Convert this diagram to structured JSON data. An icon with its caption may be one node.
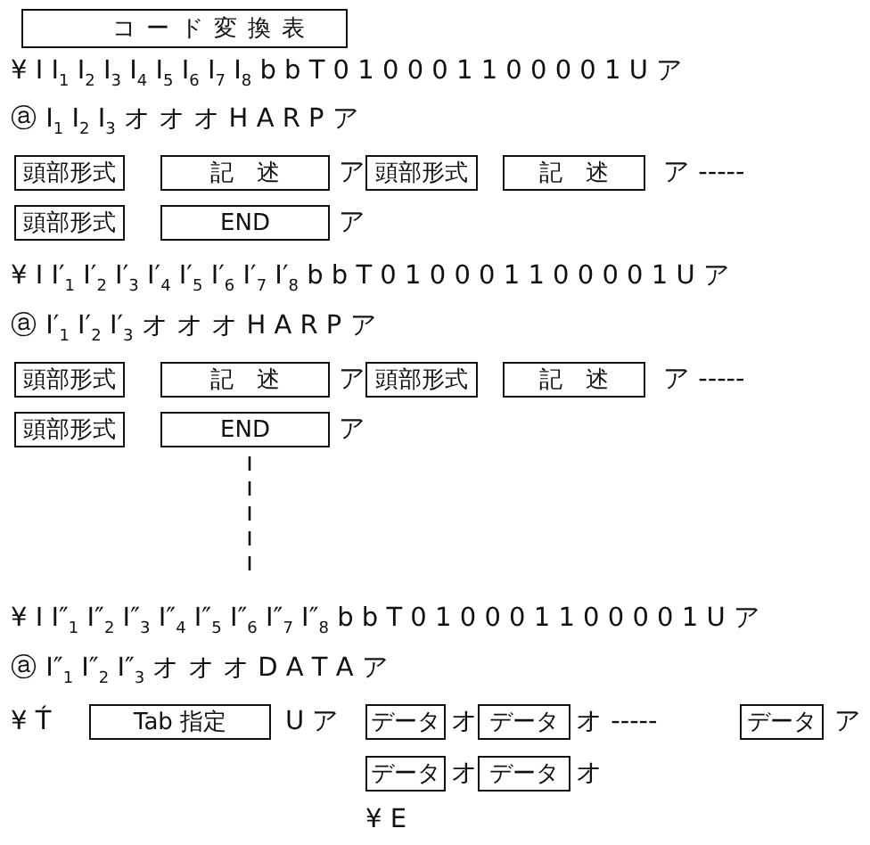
{
  "diagram": {
    "nodes": [
      {
        "text": [
          "コード変換表"
        ]
      },
      {
        "text": [
          "頭部形式"
        ]
      },
      {
        "text": [
          "記　述"
        ]
      },
      {
        "text": [
          "頭部形式"
        ]
      },
      {
        "text": [
          "記　述"
        ]
      },
      {
        "text": [
          "頭部形式"
        ]
      },
      {
        "text": [
          "END"
        ]
      },
      {
        "text": [
          "頭部形式"
        ]
      },
      {
        "text": [
          "記　述"
        ]
      },
      {
        "text": [
          "頭部形式"
        ]
      },
      {
        "text": [
          "記　述"
        ]
      },
      {
        "text": [
          "頭部形式"
        ]
      },
      {
        "text": [
          "END"
        ]
      },
      {
        "text": [
          "Tab 指定"
        ]
      },
      {
        "text": [
          "データ"
        ]
      },
      {
        "text": [
          "データ"
        ]
      },
      {
        "text": [
          "データ"
        ]
      },
      {
        "text": [
          "データ"
        ]
      },
      {
        "text": [
          "データ"
        ]
      }
    ],
    "labels": [
      "¥ I I$_{1}$ I$_{2}$ I$_{3}$ I$_{4}$ I$_{5}$ I$_{6}$ I$_{7}$ I$_{8}$ b b T 0 1 0 0 0 1 1 0 0 0 0 1 U ア",
      "ⓐ I$_{1}$ I$_{2}$ I$_{3}$ オ オ オ H A R P ア",
      "ア",
      "ア -----",
      "ア",
      "¥ I I′$_{1}$ I′$_{2}$ I′$_{3}$ I′$_{4}$ I′$_{5}$ I′$_{6}$ I′$_{7}$ I′$_{8}$ b b T 0 1 0 0 0 1 1 0 0 0 0 1 U ア",
      "ⓐ I′$_{1}$ I′$_{2}$ I′$_{3}$ オ オ オ H A R P ア",
      "ア",
      "ア -----",
      "ア",
      "¥ I I″$_{1}$ I″$_{2}$ I″$_{3}$ I″$_{4}$ I″$_{5}$ I″$_{6}$ I″$_{7}$ I″$_{8}$ b b T 0 1 0 0 0 1 1 0 0 0 0 1 U ア",
      "ⓐ I″$_{1}$ I″$_{2}$ I″$_{3}$ オ オ オ D A T A ア",
      "¥ T́",
      "U ア",
      "オ",
      "オ -----",
      "ア",
      "オ",
      "オ",
      "¥ E"
    ]
  }
}
